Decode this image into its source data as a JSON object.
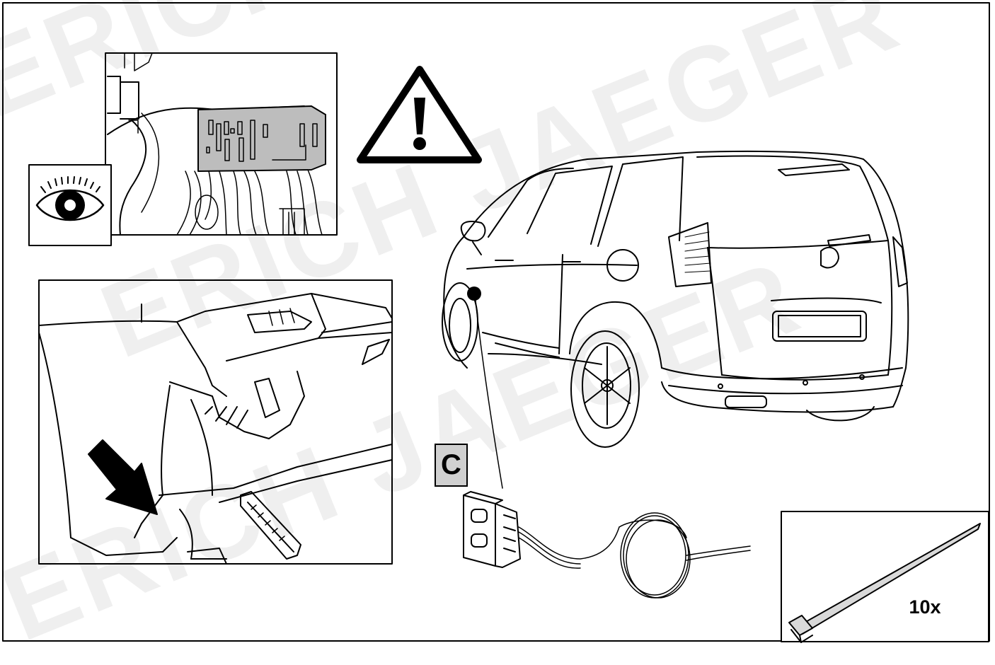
{
  "label_c": "C",
  "quantity": "10x",
  "watermark": "ERICH JAEGER",
  "icons": {
    "warning": "warning-triangle-icon",
    "eye": "eye-icon",
    "arrow": "arrow-pointer-icon"
  },
  "colors": {
    "line": "#000000",
    "fuse_box_fill": "#bdbdbd",
    "label_fill": "#d0d0d0",
    "tie_fill": "#d9d9d9"
  }
}
